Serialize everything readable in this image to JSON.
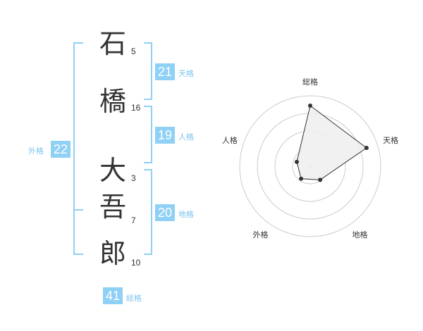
{
  "name": {
    "chars": [
      {
        "char": "石",
        "strokes": "5"
      },
      {
        "char": "橋",
        "strokes": "16"
      },
      {
        "char": "大",
        "strokes": "3"
      },
      {
        "char": "吾",
        "strokes": "7"
      },
      {
        "char": "郎",
        "strokes": "10"
      }
    ]
  },
  "fortunes": {
    "tenkaku": {
      "value": "21",
      "label": "天格"
    },
    "jinkaku": {
      "value": "19",
      "label": "人格"
    },
    "chikaku": {
      "value": "20",
      "label": "地格"
    },
    "gaikaku": {
      "value": "22",
      "label": "外格"
    },
    "soukaku": {
      "value": "41",
      "label": "総格"
    }
  },
  "chart_data": {
    "type": "radar",
    "axes": [
      "総格",
      "天格",
      "地格",
      "外格",
      "人格"
    ],
    "values": [
      4.3,
      4.2,
      1.2,
      1.1,
      1.0
    ],
    "max": 5,
    "rings": 4,
    "colors": {
      "fill": "#efefef",
      "stroke": "#333333",
      "ring": "#cccccc",
      "center": "#cccccc"
    }
  }
}
